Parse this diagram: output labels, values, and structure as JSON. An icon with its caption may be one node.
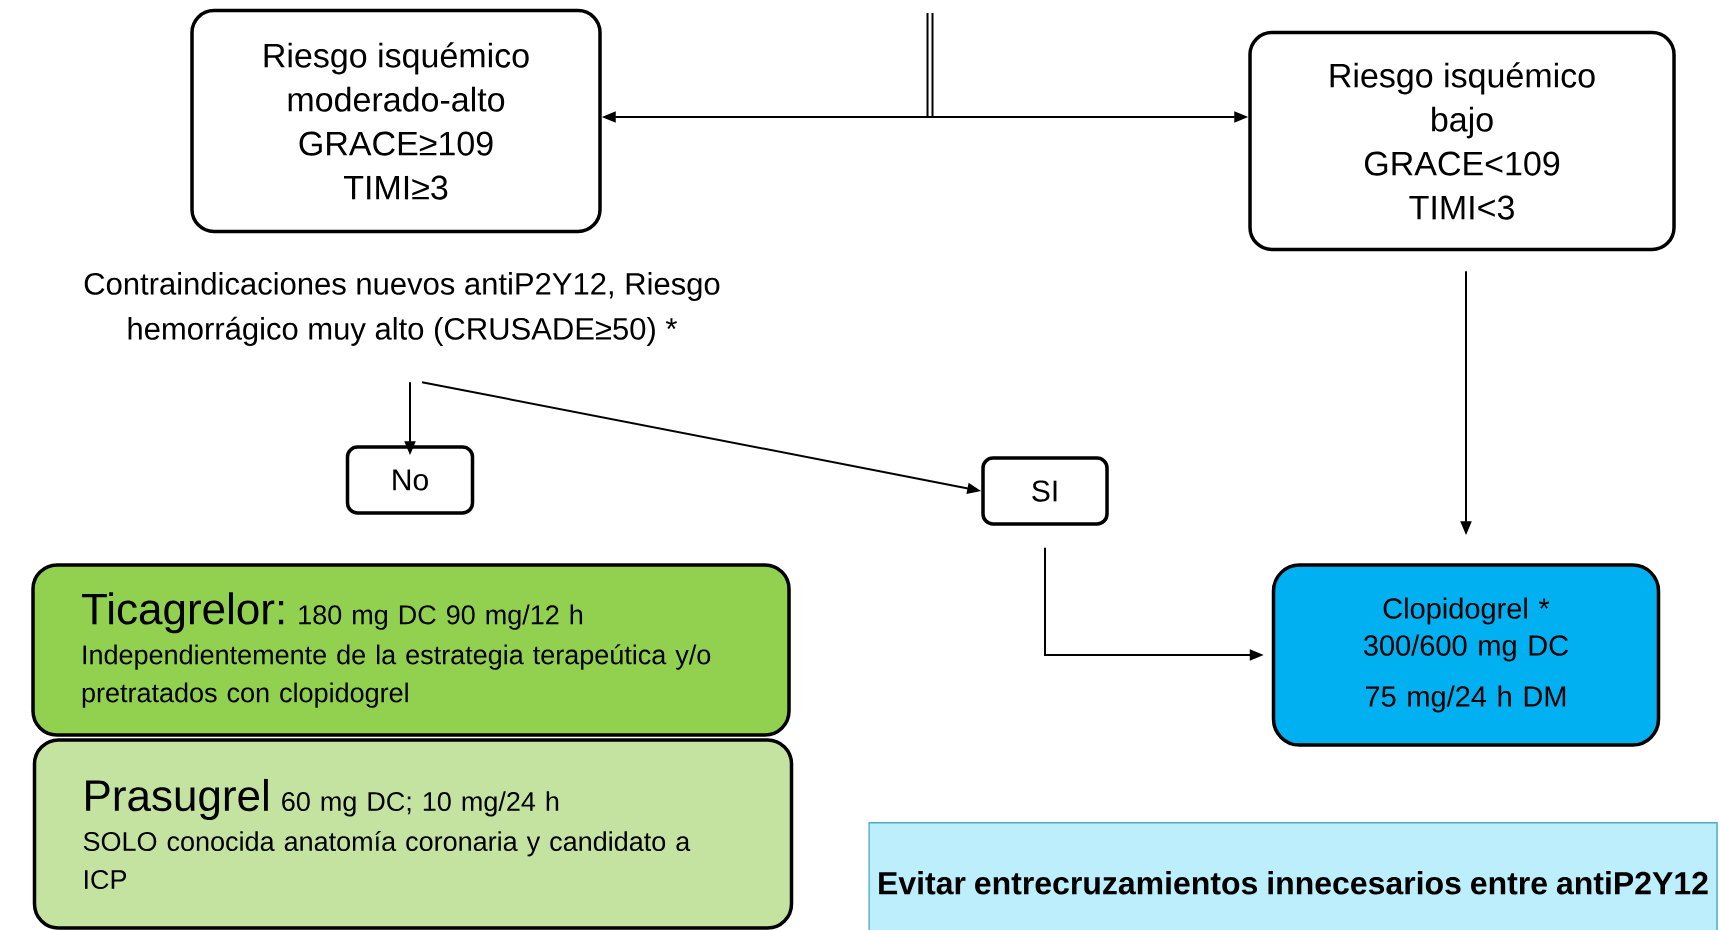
{
  "diagram": {
    "nodes": [
      {
        "text": [
          "Riesgo isquémico moderado-alto",
          "GRACE≥109",
          "TIMI≥3"
        ]
      },
      {
        "text": [
          "Riesgo isquémico bajo",
          "GRACE<109",
          "TIMI<3"
        ]
      },
      {
        "text": [
          "Contraindicaciones nuevos antiP2Y12, Riesgo hemorrágico muy alto (CRUSADE≥50) *"
        ]
      },
      {
        "text": [
          "No"
        ]
      },
      {
        "text": [
          "SI"
        ]
      },
      {
        "text": [
          "Ticagrelor:",
          "180 mg DC 90 mg/12 h",
          "Independientemente de la estrategia terapeútica y/o pretratados con clopidogrel"
        ]
      },
      {
        "text": [
          "Prasugrel",
          "60 mg DC; 10 mg/24 h",
          "SOLO conocida anatomía coronaria  y candidato a ICP"
        ]
      },
      {
        "text": [
          "Clopidogrel * 300/600 mg DC",
          "75 mg/24 h DM"
        ]
      },
      {
        "text": [
          "Evitar entrecruzamientos innecesarios entre antiP2Y12"
        ]
      }
    ],
    "edges": [
      {
        "from": null,
        "to": 0,
        "arrow": "to"
      },
      {
        "from": null,
        "to": 1,
        "arrow": "to"
      },
      {
        "from": 1,
        "to": 7,
        "arrow": "to"
      },
      {
        "from": 2,
        "to": 3,
        "arrow": "to"
      },
      {
        "from": 2,
        "to": 4,
        "arrow": "to"
      },
      {
        "from": 4,
        "to": 7,
        "arrow": "to"
      }
    ]
  }
}
